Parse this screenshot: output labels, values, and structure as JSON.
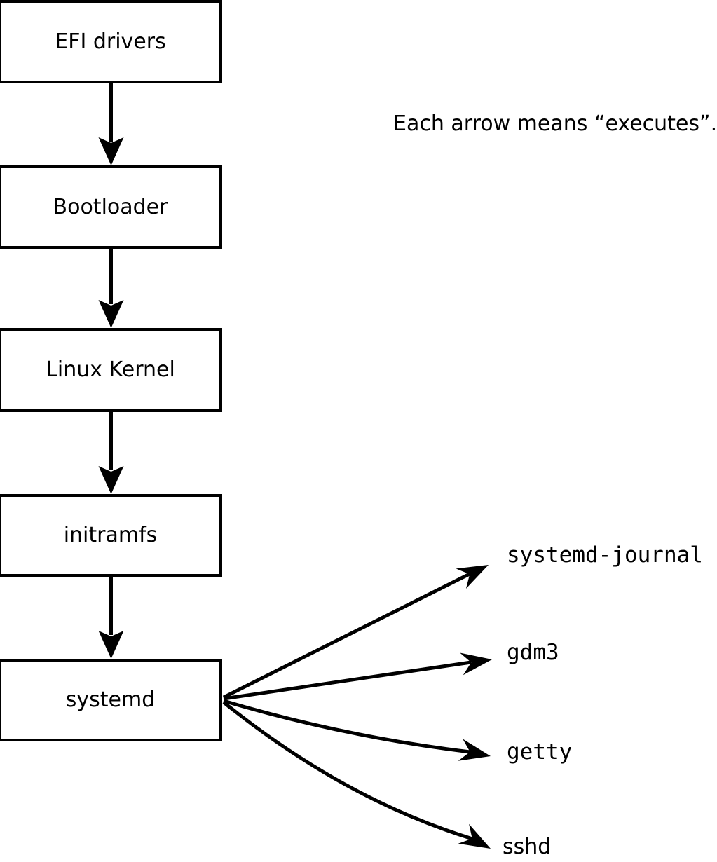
{
  "diagram": {
    "annotation": "Each arrow means “executes”.",
    "boot_chain": [
      {
        "label": "EFI drivers"
      },
      {
        "label": "Bootloader"
      },
      {
        "label": "Linux Kernel"
      },
      {
        "label": "initramfs"
      },
      {
        "label": "systemd"
      }
    ],
    "spawned_processes": [
      {
        "label": "systemd-journal"
      },
      {
        "label": "gdm3"
      },
      {
        "label": "getty"
      },
      {
        "label": "sshd"
      }
    ],
    "colors": {
      "ink": "#000000",
      "background": "#ffffff",
      "box_fill": "#ffffff"
    }
  }
}
